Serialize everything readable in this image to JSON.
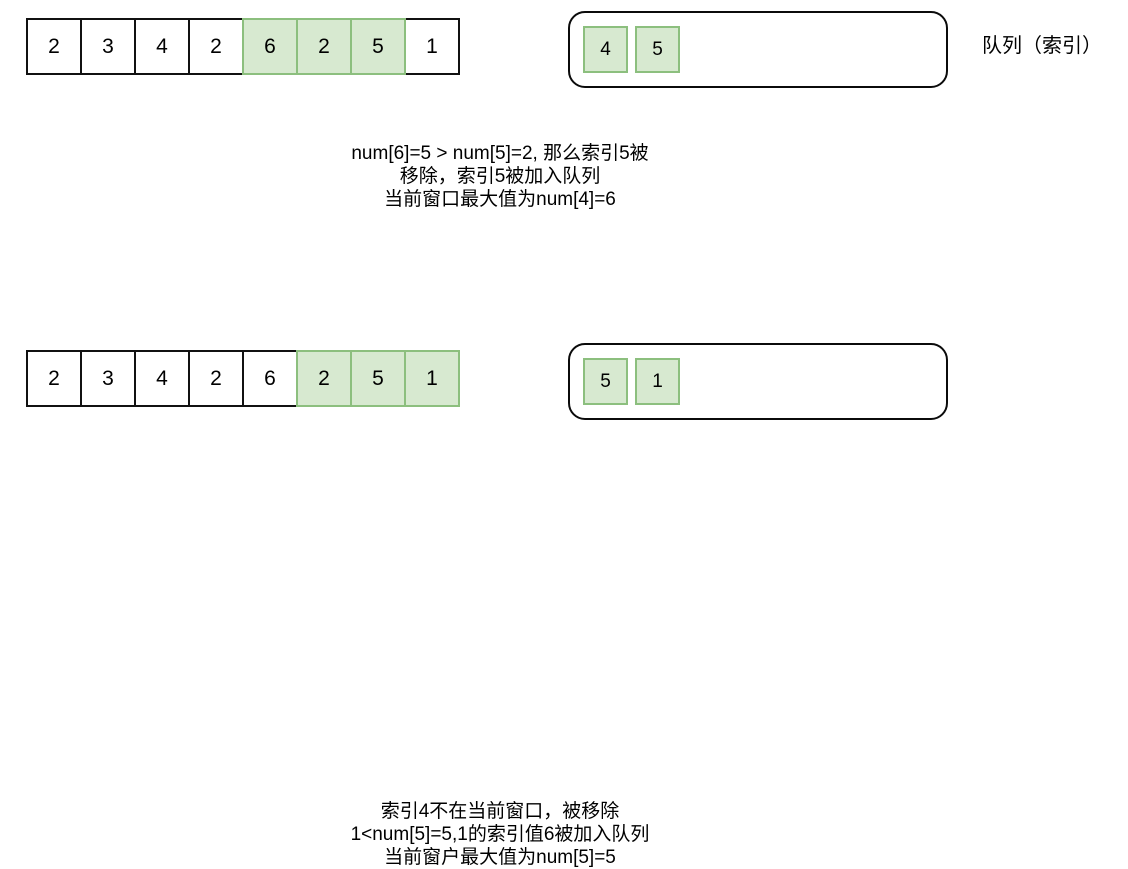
{
  "diagram": {
    "title_label": "队列（索引）",
    "colors": {
      "window_fill": "#d7e9d0",
      "window_border": "#8cbf7e",
      "cell_border": "#111111",
      "queue_border": "#0b0b0b",
      "text": "#000000",
      "background": "#ffffff"
    },
    "sections": [
      {
        "id": "step-1",
        "array": {
          "values": [
            "2",
            "3",
            "4",
            "2",
            "6",
            "2",
            "5",
            "1"
          ],
          "highlighted_indices": [
            4,
            5,
            6
          ]
        },
        "queue": {
          "values": [
            "4",
            "5"
          ]
        },
        "side_label": "队列（索引）",
        "caption_lines": [
          "num[6]=5  > num[5]=2, 那么索引5被",
          "移除，索引5被加入队列",
          "当前窗口最大值为num[4]=6"
        ]
      },
      {
        "id": "step-2",
        "array": {
          "values": [
            "2",
            "3",
            "4",
            "2",
            "6",
            "2",
            "5",
            "1"
          ],
          "highlighted_indices": [
            5,
            6,
            7
          ]
        },
        "queue": {
          "values": [
            "5",
            "1"
          ]
        },
        "side_label": "",
        "caption_lines": [
          "索引4不在当前窗口，被移除",
          "1<num[5]=5,1的索引值6被加入队列",
          "当前窗户最大值为num[5]=5"
        ]
      }
    ]
  }
}
